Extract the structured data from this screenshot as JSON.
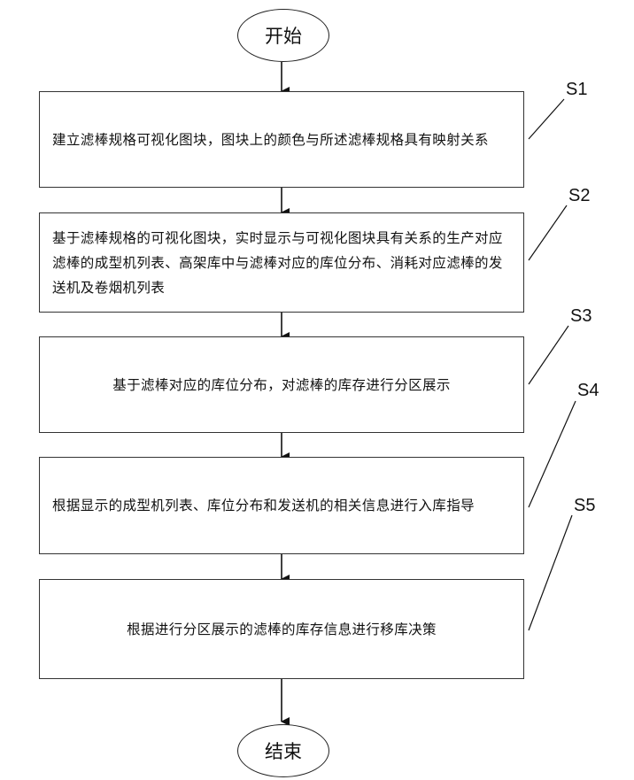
{
  "start": "开始",
  "end": "结束",
  "steps": [
    {
      "id": "S1",
      "text": "建立滤棒规格可视化图块，图块上的颜色与所述滤棒规格具有映射关系"
    },
    {
      "id": "S2",
      "text": "基于滤棒规格的可视化图块，实时显示与可视化图块具有关系的生产对应滤棒的成型机列表、高架库中与滤棒对应的库位分布、消耗对应滤棒的发送机及卷烟机列表"
    },
    {
      "id": "S3",
      "text": "基于滤棒对应的库位分布，对滤棒的库存进行分区展示"
    },
    {
      "id": "S4",
      "text": "根据显示的成型机列表、库位分布和发送机的相关信息进行入库指导"
    },
    {
      "id": "S5",
      "text": "根据进行分区展示的滤棒的库存信息进行移库决策"
    }
  ]
}
